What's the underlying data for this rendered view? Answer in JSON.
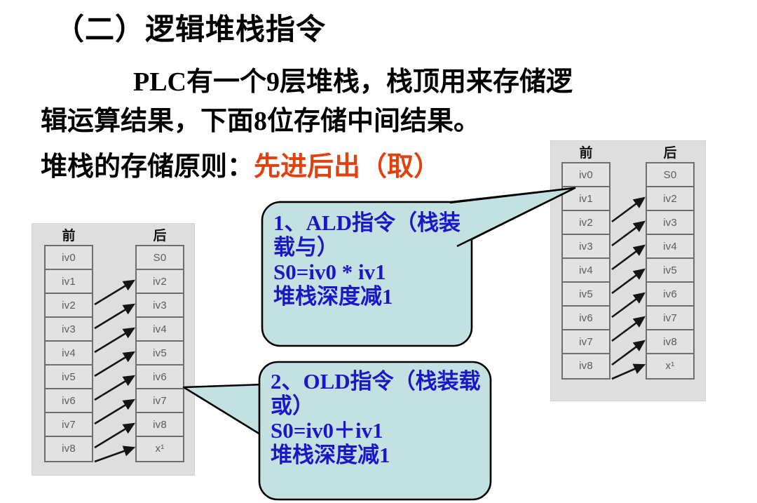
{
  "slide": {
    "title": "（二）逻辑堆栈指令",
    "body_lines": [
      "PLC有一个9层堆栈，栈顶用来存储逻",
      "辑运算结果，下面8位存储中间结果。"
    ],
    "principle_label": "堆栈的存储原则：",
    "principle_value": "先进后出（取）",
    "accent_red": "#e2400f",
    "accent_blue": "#1818c8",
    "callout_fill": "#c3e1e1"
  },
  "stack_left": {
    "header_before": "前",
    "header_after": "后",
    "before_cells": [
      "iv0",
      "iv1",
      "iv2",
      "iv3",
      "iv4",
      "iv5",
      "iv6",
      "iv7",
      "iv8"
    ],
    "after_cells": [
      "S0",
      "iv2",
      "iv3",
      "iv4",
      "iv5",
      "iv6",
      "iv7",
      "iv8",
      "x¹"
    ]
  },
  "stack_right": {
    "header_before": "前",
    "header_after": "后",
    "before_cells": [
      "iv0",
      "iv1",
      "iv2",
      "iv3",
      "iv4",
      "iv5",
      "iv6",
      "iv7",
      "iv8"
    ],
    "after_cells": [
      "S0",
      "iv2",
      "iv3",
      "iv4",
      "iv5",
      "iv6",
      "iv7",
      "iv8",
      "x¹"
    ]
  },
  "callouts": [
    {
      "id": "ald",
      "title": "1、ALD指令（栈装载与）",
      "formula": "S0=iv0 * iv1",
      "note": "堆栈深度减1",
      "text": "1、ALD指令（栈装\n载与）\nS0=iv0 * iv1\n堆栈深度减1"
    },
    {
      "id": "old",
      "title": "2、OLD指令（栈装载或）",
      "formula": "S0=iv0＋iv1",
      "note": "堆栈深度减1",
      "text": "2、OLD指令（栈装载\n或）\nS0=iv0＋iv1\n堆栈深度减1"
    }
  ]
}
